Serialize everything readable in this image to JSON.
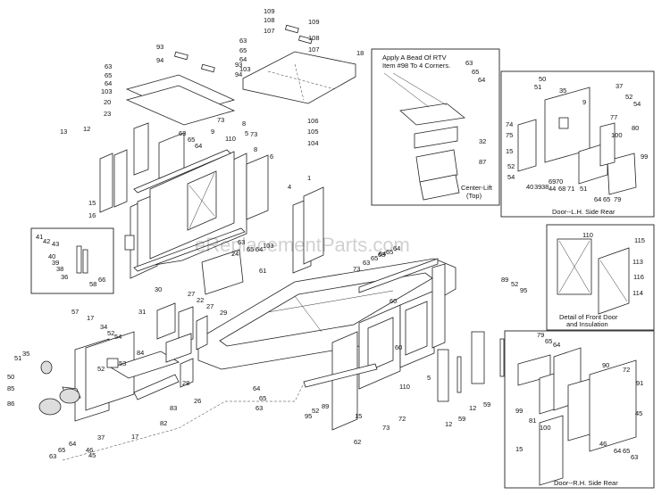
{
  "watermark": "eReplacementParts.com",
  "note_rtv": {
    "line1": "Apply A Bead Of RTV",
    "line2": "Item #98 To 4 Corners."
  },
  "note_center_lift": {
    "line1": "Center-Lift",
    "line2": "(Top)"
  },
  "captions": {
    "door_lh": "Door--L.H. Side Rear",
    "front_door_1": "Detail of Front Door",
    "front_door_2": "and Insulation",
    "door_rh": "Door--R.H. Side Rear"
  },
  "callouts": [
    {
      "id": "c1",
      "text": "109"
    },
    {
      "id": "c2",
      "text": "108"
    },
    {
      "id": "c3",
      "text": "107"
    },
    {
      "id": "c4",
      "text": "109"
    },
    {
      "id": "c5",
      "text": "108"
    },
    {
      "id": "c6",
      "text": "107"
    },
    {
      "id": "c7",
      "text": "18"
    },
    {
      "id": "c8",
      "text": "63"
    },
    {
      "id": "c9",
      "text": "65"
    },
    {
      "id": "c10",
      "text": "64"
    },
    {
      "id": "c11",
      "text": "103"
    },
    {
      "id": "c12",
      "text": "93"
    },
    {
      "id": "c13",
      "text": "94"
    },
    {
      "id": "c14",
      "text": "93"
    },
    {
      "id": "c15",
      "text": "94"
    },
    {
      "id": "c16",
      "text": "63"
    },
    {
      "id": "c17",
      "text": "65"
    },
    {
      "id": "c18",
      "text": "64"
    },
    {
      "id": "c19",
      "text": "103"
    },
    {
      "id": "c20",
      "text": "20"
    },
    {
      "id": "c21",
      "text": "23"
    },
    {
      "id": "c22",
      "text": "106"
    },
    {
      "id": "c23",
      "text": "105"
    },
    {
      "id": "c24",
      "text": "104"
    },
    {
      "id": "c25",
      "text": "13"
    },
    {
      "id": "c26",
      "text": "12"
    },
    {
      "id": "c27",
      "text": "63"
    },
    {
      "id": "c28",
      "text": "65"
    },
    {
      "id": "c29",
      "text": "64"
    },
    {
      "id": "c30",
      "text": "73"
    },
    {
      "id": "c31",
      "text": "9"
    },
    {
      "id": "c32",
      "text": "110"
    },
    {
      "id": "c33",
      "text": "8"
    },
    {
      "id": "c34",
      "text": "5"
    },
    {
      "id": "c35",
      "text": "73"
    },
    {
      "id": "c36",
      "text": "8"
    },
    {
      "id": "c37",
      "text": "6"
    },
    {
      "id": "c38",
      "text": "4"
    },
    {
      "id": "c39",
      "text": "1"
    },
    {
      "id": "c40",
      "text": "15"
    },
    {
      "id": "c41",
      "text": "16"
    },
    {
      "id": "c42",
      "text": "41"
    },
    {
      "id": "c43",
      "text": "42"
    },
    {
      "id": "c44",
      "text": "43"
    },
    {
      "id": "c45",
      "text": "40"
    },
    {
      "id": "c46",
      "text": "39"
    },
    {
      "id": "c47",
      "text": "38"
    },
    {
      "id": "c48",
      "text": "36"
    },
    {
      "id": "c49",
      "text": "58"
    },
    {
      "id": "c50",
      "text": "66"
    },
    {
      "id": "c51",
      "text": "63"
    },
    {
      "id": "c52",
      "text": "65"
    },
    {
      "id": "c53",
      "text": "64"
    },
    {
      "id": "c54",
      "text": "103"
    },
    {
      "id": "c55",
      "text": "24"
    },
    {
      "id": "c56",
      "text": "61"
    },
    {
      "id": "c57",
      "text": "73"
    },
    {
      "id": "c58",
      "text": "63"
    },
    {
      "id": "c59",
      "text": "65"
    },
    {
      "id": "c60",
      "text": "64"
    },
    {
      "id": "c61",
      "text": "30"
    },
    {
      "id": "c62",
      "text": "27"
    },
    {
      "id": "c63",
      "text": "22"
    },
    {
      "id": "c64",
      "text": "27"
    },
    {
      "id": "c65",
      "text": "29"
    },
    {
      "id": "c66",
      "text": "31"
    },
    {
      "id": "c67",
      "text": "57"
    },
    {
      "id": "c68",
      "text": "17"
    },
    {
      "id": "c69",
      "text": "34"
    },
    {
      "id": "c70",
      "text": "52"
    },
    {
      "id": "c71",
      "text": "54"
    },
    {
      "id": "c72",
      "text": "53"
    },
    {
      "id": "c73",
      "text": "35"
    },
    {
      "id": "c74",
      "text": "51"
    },
    {
      "id": "c75",
      "text": "50"
    },
    {
      "id": "c76",
      "text": "85"
    },
    {
      "id": "c77",
      "text": "86"
    },
    {
      "id": "c78",
      "text": "52"
    },
    {
      "id": "c79",
      "text": "84"
    },
    {
      "id": "c80",
      "text": "28"
    },
    {
      "id": "c81",
      "text": "26"
    },
    {
      "id": "c82",
      "text": "64"
    },
    {
      "id": "c83",
      "text": "65"
    },
    {
      "id": "c84",
      "text": "63"
    },
    {
      "id": "c85",
      "text": "83"
    },
    {
      "id": "c86",
      "text": "82"
    },
    {
      "id": "c87",
      "text": "37"
    },
    {
      "id": "c88",
      "text": "17"
    },
    {
      "id": "c89",
      "text": "46"
    },
    {
      "id": "c90",
      "text": "45"
    },
    {
      "id": "c91",
      "text": "64"
    },
    {
      "id": "c92",
      "text": "65"
    },
    {
      "id": "c93",
      "text": "63"
    },
    {
      "id": "c94",
      "text": "95"
    },
    {
      "id": "c95",
      "text": "52"
    },
    {
      "id": "c96",
      "text": "89"
    },
    {
      "id": "c97",
      "text": "15"
    },
    {
      "id": "c98",
      "text": "73"
    },
    {
      "id": "c99",
      "text": "62"
    },
    {
      "id": "c100",
      "text": "60"
    },
    {
      "id": "c101",
      "text": "60"
    },
    {
      "id": "c102",
      "text": "72"
    },
    {
      "id": "c103",
      "text": "110"
    },
    {
      "id": "c104",
      "text": "5"
    },
    {
      "id": "c105",
      "text": "12"
    },
    {
      "id": "c106",
      "text": "59"
    },
    {
      "id": "c107",
      "text": "12"
    },
    {
      "id": "c108",
      "text": "59"
    },
    {
      "id": "c109",
      "text": "89"
    },
    {
      "id": "c110",
      "text": "52"
    },
    {
      "id": "c111",
      "text": "95"
    },
    {
      "id": "c112",
      "text": "63"
    },
    {
      "id": "c113",
      "text": "65"
    },
    {
      "id": "c114",
      "text": "64"
    },
    {
      "id": "c115",
      "text": "32"
    },
    {
      "id": "c116",
      "text": "87"
    },
    {
      "id": "c117",
      "text": "63"
    },
    {
      "id": "c118",
      "text": "65"
    },
    {
      "id": "c119",
      "text": "64"
    },
    {
      "id": "c120",
      "text": "50"
    },
    {
      "id": "c121",
      "text": "51"
    },
    {
      "id": "c122",
      "text": "35"
    },
    {
      "id": "c123",
      "text": "9"
    },
    {
      "id": "c124",
      "text": "37"
    },
    {
      "id": "c125",
      "text": "52"
    },
    {
      "id": "c126",
      "text": "54"
    },
    {
      "id": "c127",
      "text": "74"
    },
    {
      "id": "c128",
      "text": "75"
    },
    {
      "id": "c129",
      "text": "15"
    },
    {
      "id": "c130",
      "text": "77"
    },
    {
      "id": "c131",
      "text": "100"
    },
    {
      "id": "c132",
      "text": "80"
    },
    {
      "id": "c133",
      "text": "99"
    },
    {
      "id": "c134",
      "text": "52"
    },
    {
      "id": "c135",
      "text": "54"
    },
    {
      "id": "c136",
      "text": "40"
    },
    {
      "id": "c137",
      "text": "39"
    },
    {
      "id": "c138",
      "text": "38"
    },
    {
      "id": "c139",
      "text": "69"
    },
    {
      "id": "c140",
      "text": "44"
    },
    {
      "id": "c141",
      "text": "70"
    },
    {
      "id": "c142",
      "text": "68"
    },
    {
      "id": "c143",
      "text": "71"
    },
    {
      "id": "c144",
      "text": "51"
    },
    {
      "id": "c145",
      "text": "64"
    },
    {
      "id": "c146",
      "text": "65"
    },
    {
      "id": "c147",
      "text": "79"
    },
    {
      "id": "c148",
      "text": "110"
    },
    {
      "id": "c149",
      "text": "115"
    },
    {
      "id": "c150",
      "text": "113"
    },
    {
      "id": "c151",
      "text": "116"
    },
    {
      "id": "c152",
      "text": "114"
    },
    {
      "id": "c153",
      "text": "79"
    },
    {
      "id": "c154",
      "text": "65"
    },
    {
      "id": "c155",
      "text": "64"
    },
    {
      "id": "c156",
      "text": "90"
    },
    {
      "id": "c157",
      "text": "72"
    },
    {
      "id": "c158",
      "text": "91"
    },
    {
      "id": "c159",
      "text": "99"
    },
    {
      "id": "c160",
      "text": "81"
    },
    {
      "id": "c161",
      "text": "100"
    },
    {
      "id": "c162",
      "text": "45"
    },
    {
      "id": "c163",
      "text": "15"
    },
    {
      "id": "c164",
      "text": "46"
    },
    {
      "id": "c165",
      "text": "64"
    },
    {
      "id": "c166",
      "text": "65"
    },
    {
      "id": "c167",
      "text": "63"
    }
  ]
}
